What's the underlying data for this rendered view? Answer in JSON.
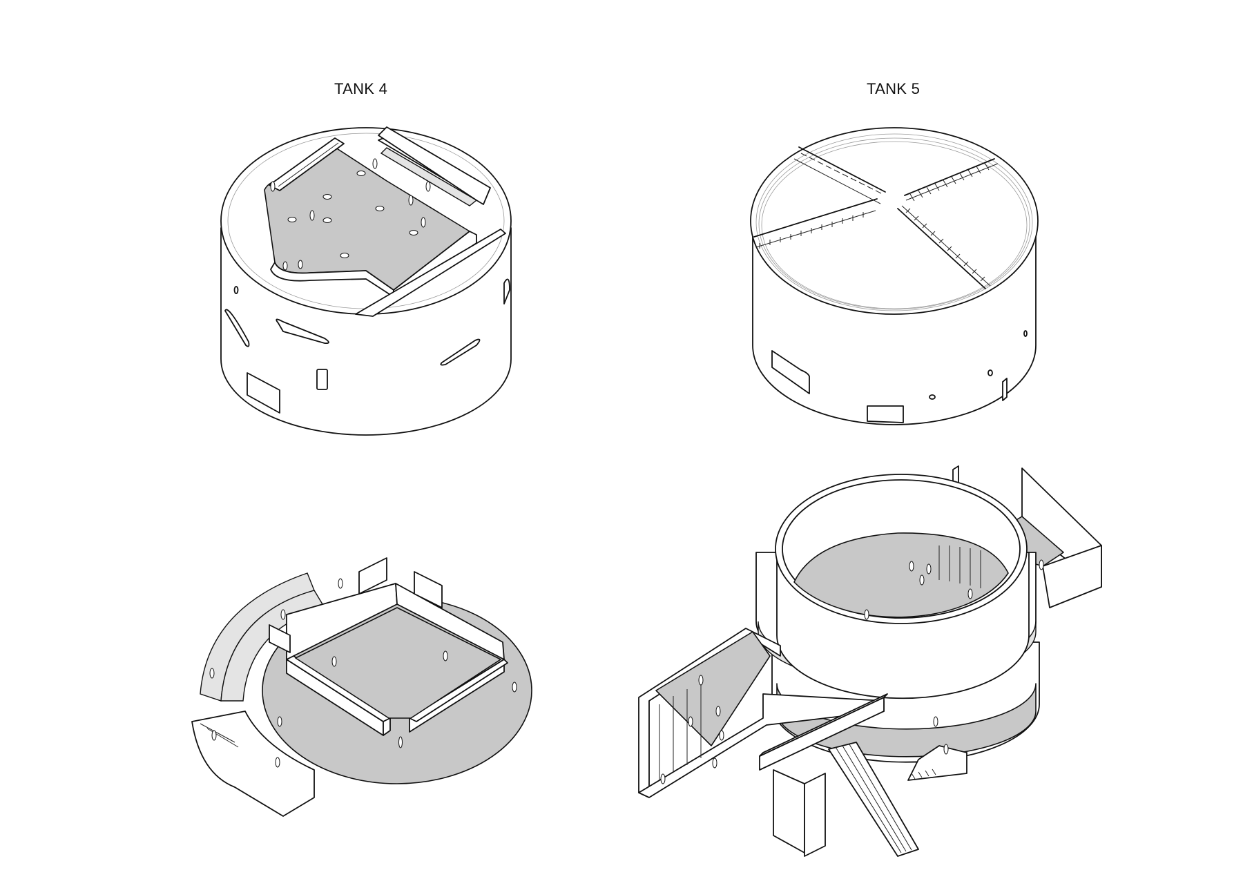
{
  "diagram": {
    "type": "architectural-axonometric",
    "columns": [
      {
        "title": "TANK 4",
        "views": [
          {
            "name": "exterior",
            "description": "Cylindrical tank with open-air grey plaza cut into roof, seating terraces, and elongated slot windows on façade"
          },
          {
            "name": "interior-cutaway",
            "description": "Square walled exhibition space on grey circular floor with curved ramp and stair to the left"
          }
        ]
      },
      {
        "title": "TANK 5",
        "views": [
          {
            "name": "exterior",
            "description": "Cylindrical tank with railing around roof rim and four radial stairs/ramps descending inside"
          },
          {
            "name": "interior-cutaway",
            "description": "Stacked cylindrical volumes with grey floor disk, two bridging rectangular wings, and escalator descending below"
          }
        ]
      }
    ],
    "colors": {
      "line": "#111111",
      "floor_fill": "#c8c8c8",
      "light_fill": "#e4e4e4",
      "background": "#ffffff"
    }
  }
}
